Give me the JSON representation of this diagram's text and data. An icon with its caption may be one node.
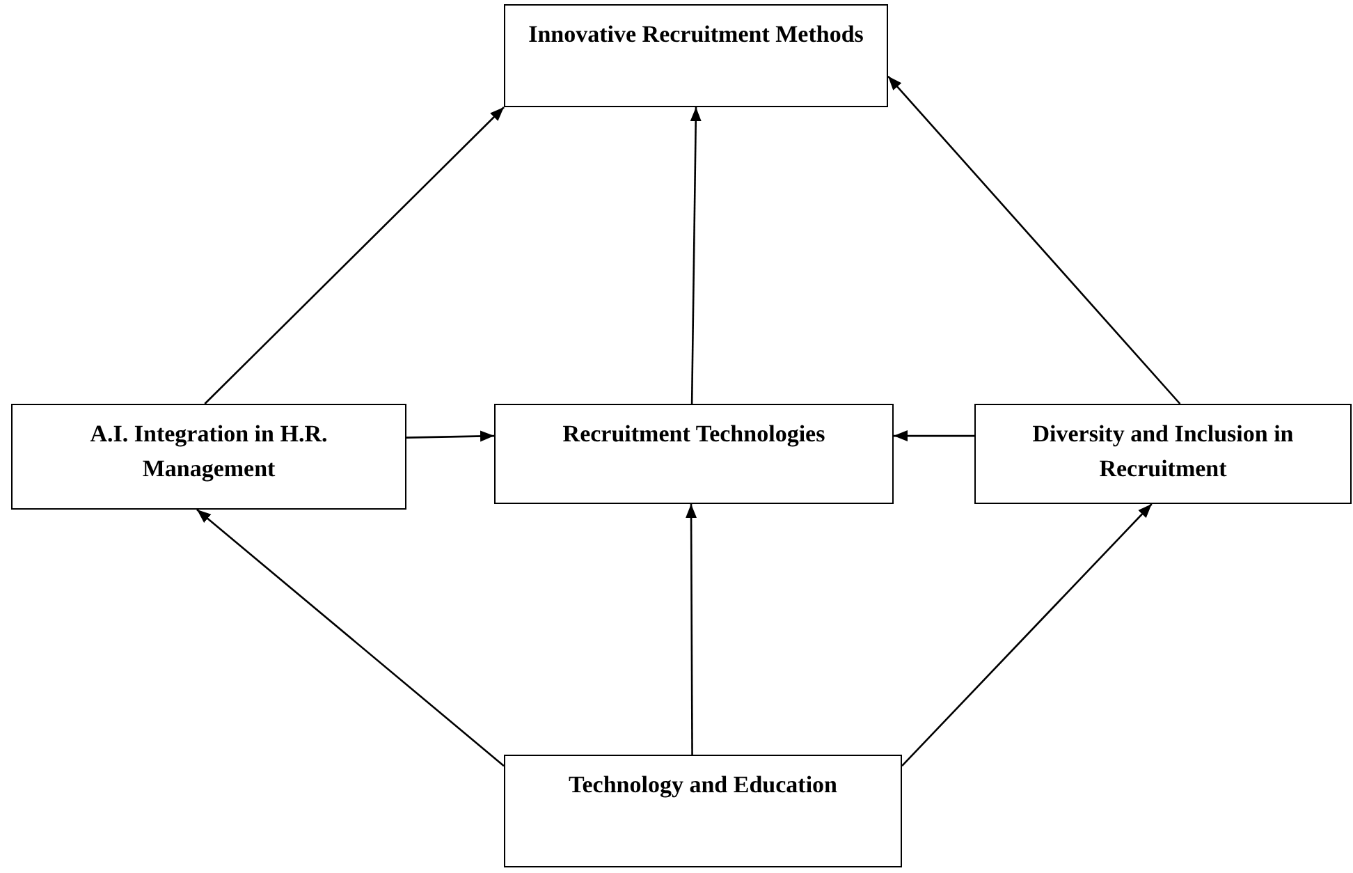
{
  "diagram": {
    "nodes": [
      {
        "text": [
          "Innovative Recruitment Methods"
        ]
      },
      {
        "text": [
          "A.I. Integration in H.R. Management"
        ]
      },
      {
        "text": [
          "Recruitment Technologies"
        ]
      },
      {
        "text": [
          "Diversity and Inclusion in Recruitment"
        ]
      },
      {
        "text": [
          "Technology and Education"
        ]
      }
    ],
    "edges": [
      {
        "from": 1,
        "to": 0,
        "arrow": "to"
      },
      {
        "from": 2,
        "to": 0,
        "arrow": "to"
      },
      {
        "from": 3,
        "to": 0,
        "arrow": "to"
      },
      {
        "from": 1,
        "to": 2,
        "arrow": "to"
      },
      {
        "from": 3,
        "to": 2,
        "arrow": "to"
      },
      {
        "from": 4,
        "to": 1,
        "arrow": "to"
      },
      {
        "from": 4,
        "to": 2,
        "arrow": "to"
      },
      {
        "from": 4,
        "to": 3,
        "arrow": "to"
      }
    ]
  }
}
